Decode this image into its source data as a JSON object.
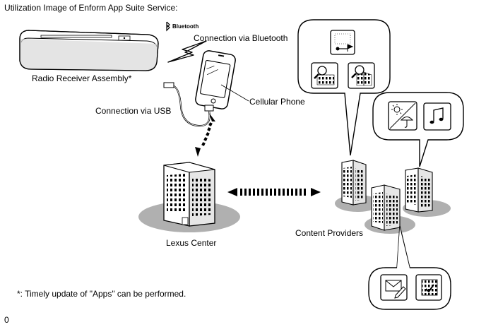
{
  "title": "Utilization Image of Enform App Suite Service:",
  "labels": {
    "radio": "Radio Receiver Assembly*",
    "bluetooth_logo": "Bluetooth",
    "bluetooth_connection": "Connection via Bluetooth",
    "usb_connection": "Connection via USB",
    "phone": "Cellular Phone",
    "lexus_center": "Lexus Center",
    "content_providers": "Content Providers"
  },
  "footnote": "*: Timely update of \"Apps\" can be performed.",
  "corner_code": "0",
  "icons": [
    "navigation-map-icon",
    "local-search-icon",
    "building-search-icon",
    "weather-icon",
    "music-icon",
    "email-icon",
    "calendar-icon"
  ]
}
